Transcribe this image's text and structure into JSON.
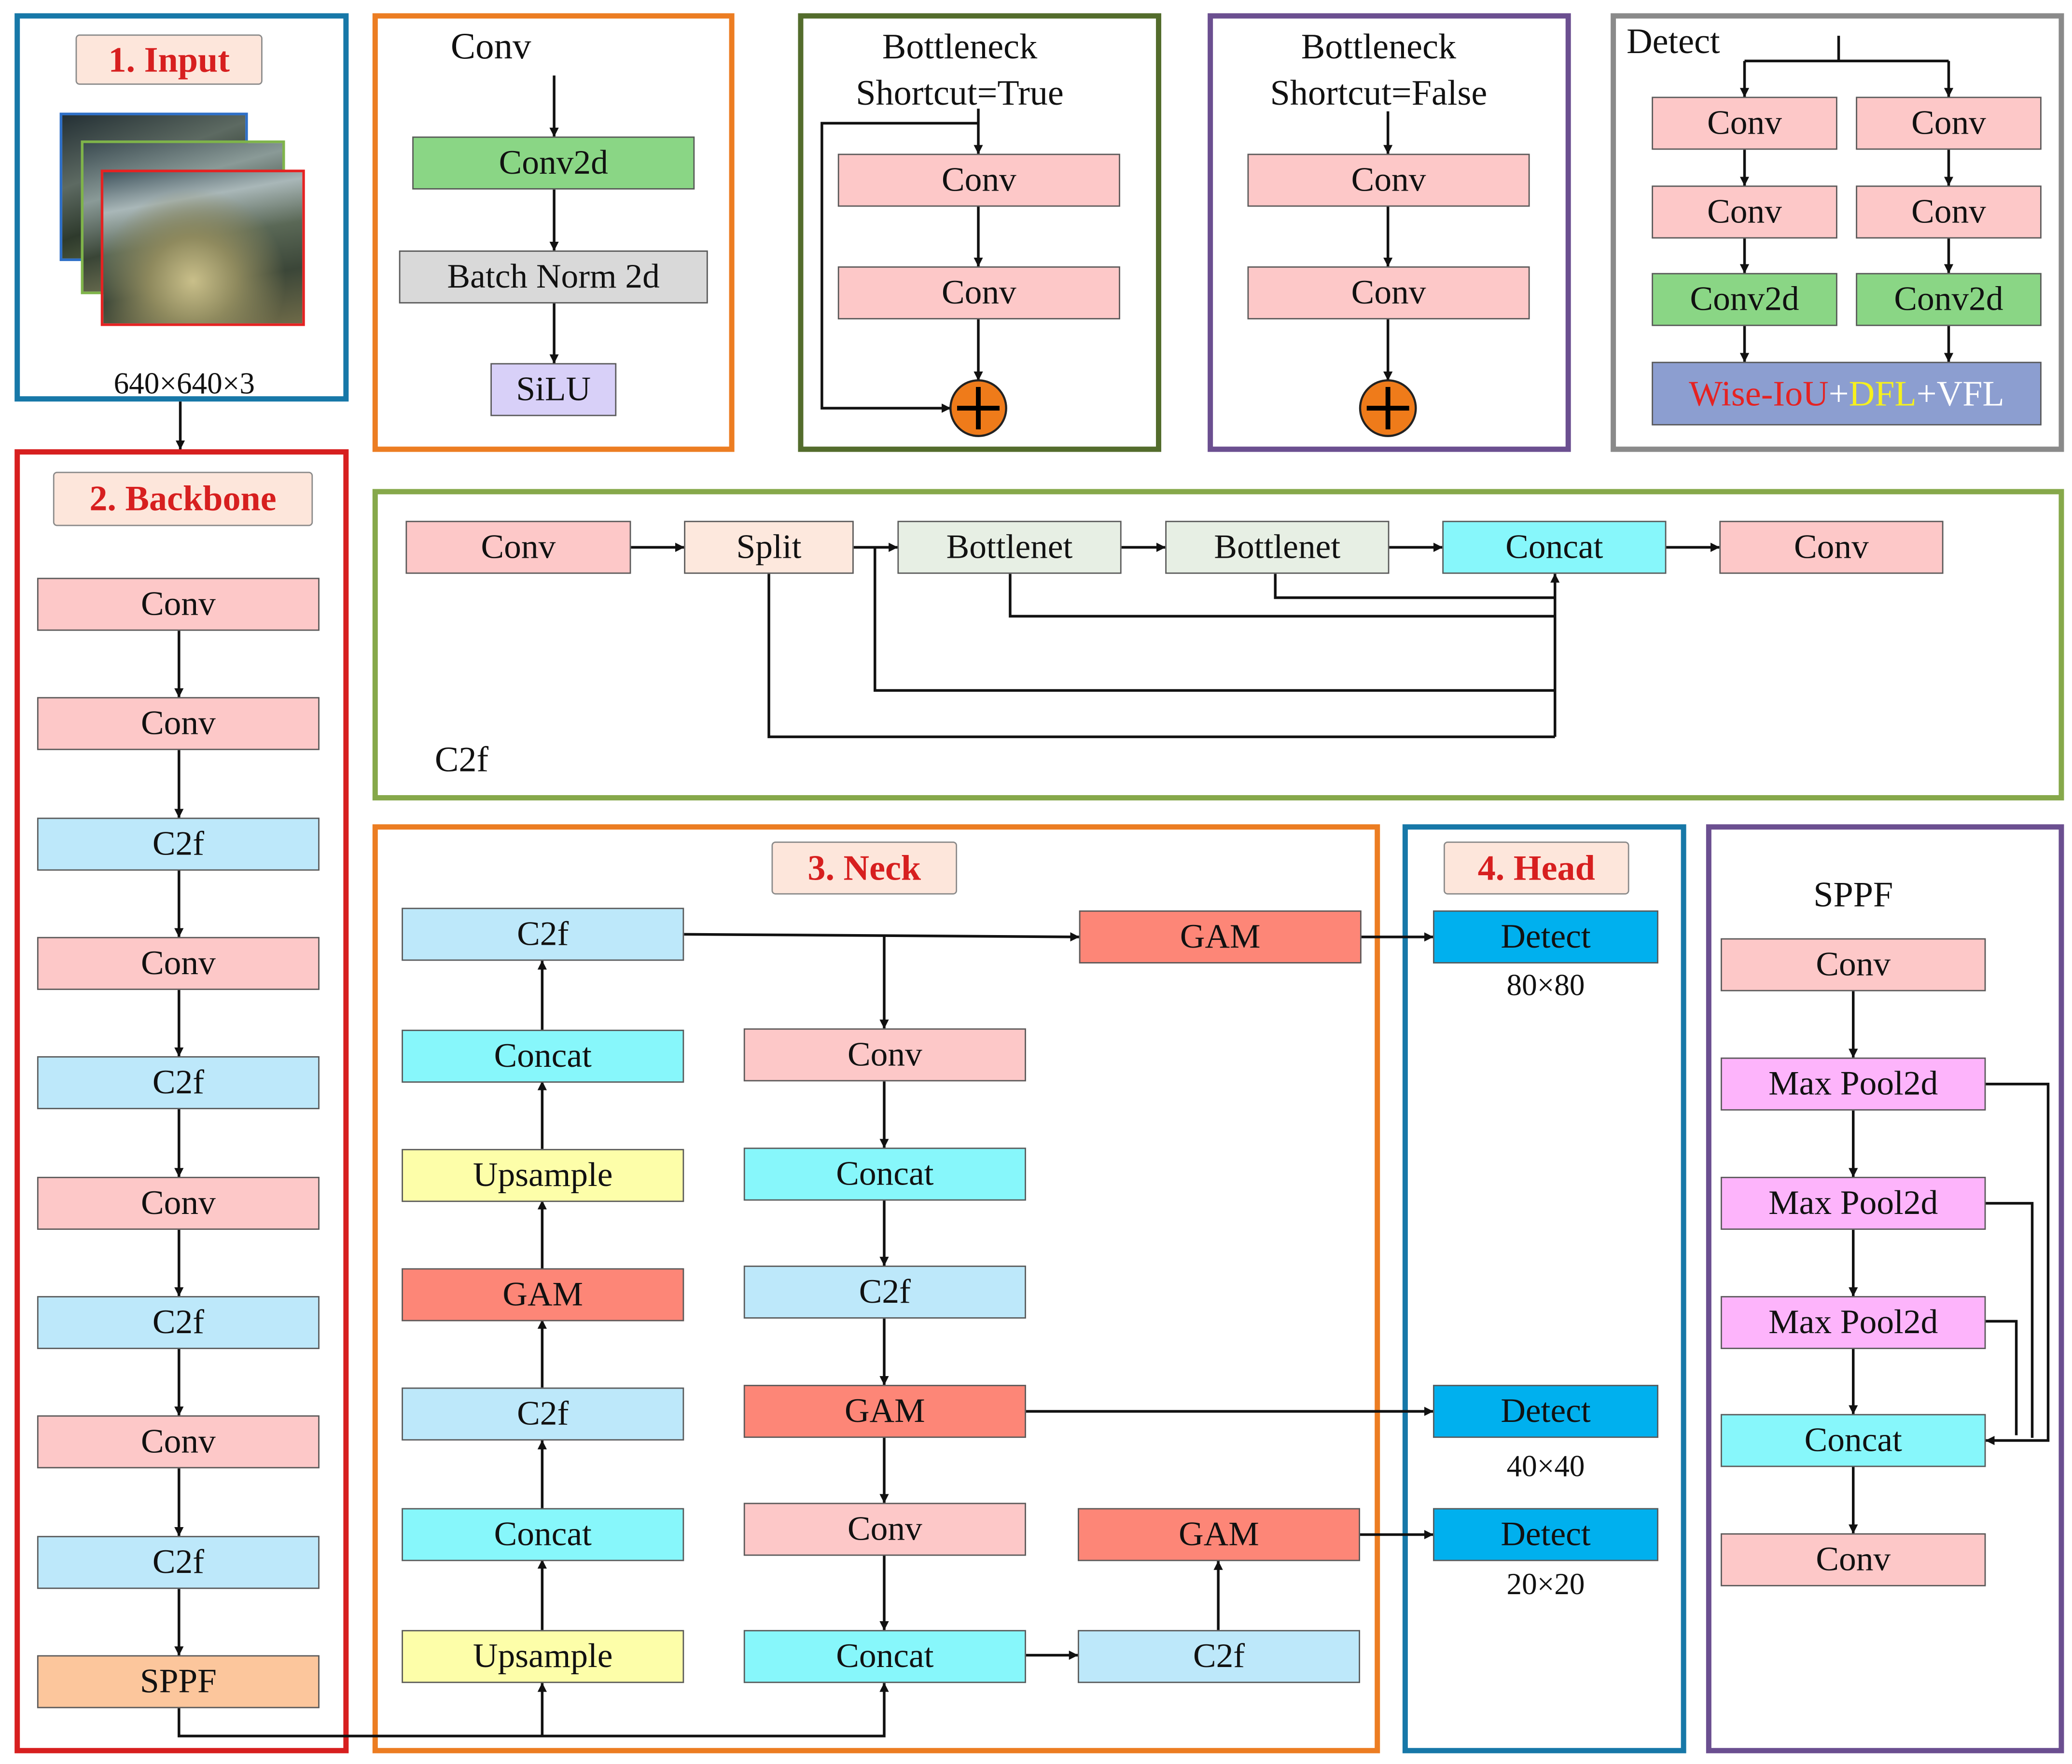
{
  "colors": {
    "input_border": "#1778a8",
    "backbone_border": "#d71f1f",
    "neck_border": "#ec7d22",
    "head_border": "#1778a8",
    "sppf_border": "#6b4f90",
    "conv_border": "#ec7d22",
    "bottleneck_true_border": "#536c2c",
    "bottleneck_false_border": "#6b4f90",
    "detect_border": "#8a8a8a",
    "c2f_border": "#86a84a",
    "add_node": "#ef7b1a",
    "wise_iou": "#e52222",
    "dfl": "#f6f11d",
    "vfl": "#ffffff"
  },
  "input": {
    "title": "1. Input",
    "size": "640×640×3"
  },
  "backbone": {
    "title": "2. Backbone",
    "blocks": [
      "Conv",
      "Conv",
      "C2f",
      "Conv",
      "C2f",
      "Conv",
      "C2f",
      "Conv",
      "C2f",
      "SPPF"
    ]
  },
  "conv_def": {
    "title": "Conv",
    "blocks": [
      "Conv2d",
      "Batch Norm 2d",
      "SiLU"
    ]
  },
  "bottleneck_true": {
    "title_line1": "Bottleneck",
    "title_line2": "Shortcut=True",
    "blocks": [
      "Conv",
      "Conv"
    ]
  },
  "bottleneck_false": {
    "title_line1": "Bottleneck",
    "title_line2": "Shortcut=False",
    "blocks": [
      "Conv",
      "Conv"
    ]
  },
  "detect_def": {
    "title": "Detect",
    "left": [
      "Conv",
      "Conv",
      "Conv2d"
    ],
    "right": [
      "Conv",
      "Conv",
      "Conv2d"
    ],
    "loss_wise": "Wise-IoU",
    "loss_plus1": "+",
    "loss_dfl": "DFL",
    "loss_plus2": "+",
    "loss_vfl": "VFL"
  },
  "c2f_def": {
    "title": "C2f",
    "blocks": [
      "Conv",
      "Split",
      "Bottlenet",
      "Bottlenet",
      "Concat",
      "Conv"
    ]
  },
  "neck": {
    "title": "3. Neck",
    "left": [
      "C2f",
      "Concat",
      "Upsample",
      "GAM",
      "C2f",
      "Concat",
      "Upsample"
    ],
    "middle": [
      "Conv",
      "Concat",
      "C2f",
      "GAM",
      "Conv",
      "Concat"
    ],
    "right": [
      "GAM",
      "GAM",
      "C2f"
    ]
  },
  "head": {
    "title": "4. Head",
    "detect_label": "Detect",
    "sizes": [
      "80×80",
      "40×40",
      "20×20"
    ]
  },
  "sppf_def": {
    "title": "SPPF",
    "blocks": [
      "Conv",
      "Max Pool2d",
      "Max Pool2d",
      "Max Pool2d",
      "Concat",
      "Conv"
    ]
  }
}
